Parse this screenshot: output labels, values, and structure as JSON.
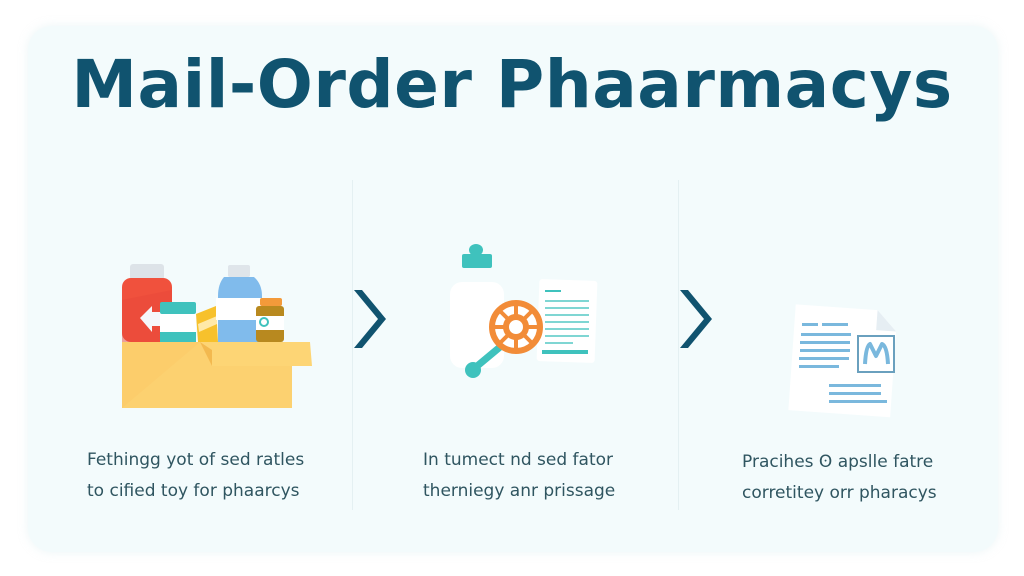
{
  "title": "Mail-Order Phaarmacys",
  "colors": {
    "title": "#10536f",
    "chevron": "#10536f",
    "caption_text": "#2f5560",
    "panel_bg": "#f3fbfc",
    "teal": "#3fc2bd",
    "orange": "#f28c38",
    "box_yellow": "#fcd170",
    "red_bottle": "#f0513d",
    "blue_bottle": "#80bbec",
    "doc_lines_blue": "#7ab8dd"
  },
  "steps": [
    {
      "icon": "medication-box-icon",
      "caption_lines": [
        "Fethingg yot of sed ratles",
        "to cified toy for phaarcys"
      ]
    },
    {
      "icon": "bottle-magnifier-prescription-icon",
      "caption_lines": [
        "In tumect nd sed fator",
        "therniegy anr prissage"
      ]
    },
    {
      "icon": "document-letter-m-icon",
      "caption_lines": [
        "Pracihes ʘ apslle fatre",
        "corretitey orr pharacys"
      ]
    }
  ],
  "arrows": [
    "chevron-right-icon",
    "chevron-right-icon"
  ]
}
